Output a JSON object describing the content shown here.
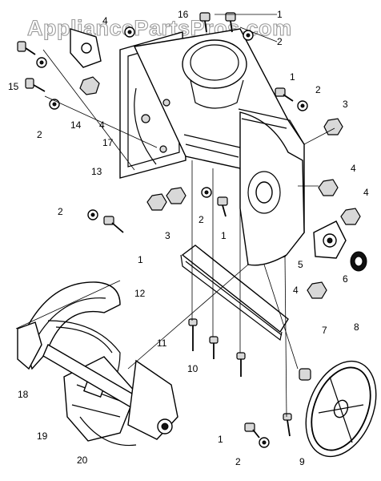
{
  "watermark": "AppliancePartsPros.com",
  "callouts": [
    {
      "id": "c1a",
      "text": "1"
    },
    {
      "id": "c2a",
      "text": "2"
    },
    {
      "id": "c16",
      "text": "16"
    },
    {
      "id": "c4a",
      "text": "4"
    },
    {
      "id": "c14",
      "text": "14"
    },
    {
      "id": "c15",
      "text": "15"
    },
    {
      "id": "c2b",
      "text": "2"
    },
    {
      "id": "c4b",
      "text": "4"
    },
    {
      "id": "c17",
      "text": "17"
    },
    {
      "id": "c13",
      "text": "13"
    },
    {
      "id": "c1b",
      "text": "1"
    },
    {
      "id": "c2c",
      "text": "2"
    },
    {
      "id": "c3a",
      "text": "3"
    },
    {
      "id": "c4c",
      "text": "4"
    },
    {
      "id": "c4d",
      "text": "4"
    },
    {
      "id": "c2d",
      "text": "2"
    },
    {
      "id": "c2e",
      "text": "2"
    },
    {
      "id": "c3b",
      "text": "3"
    },
    {
      "id": "c1c",
      "text": "1"
    },
    {
      "id": "c1d",
      "text": "1"
    },
    {
      "id": "c5",
      "text": "5"
    },
    {
      "id": "c6",
      "text": "6"
    },
    {
      "id": "c12",
      "text": "12"
    },
    {
      "id": "c4e",
      "text": "4"
    },
    {
      "id": "c7",
      "text": "7"
    },
    {
      "id": "c8",
      "text": "8"
    },
    {
      "id": "c11",
      "text": "11"
    },
    {
      "id": "c10",
      "text": "10"
    },
    {
      "id": "c18",
      "text": "18"
    },
    {
      "id": "c19",
      "text": "19"
    },
    {
      "id": "c20",
      "text": "20"
    },
    {
      "id": "c1e",
      "text": "1"
    },
    {
      "id": "c2f",
      "text": "2"
    },
    {
      "id": "c9",
      "text": "9"
    }
  ]
}
